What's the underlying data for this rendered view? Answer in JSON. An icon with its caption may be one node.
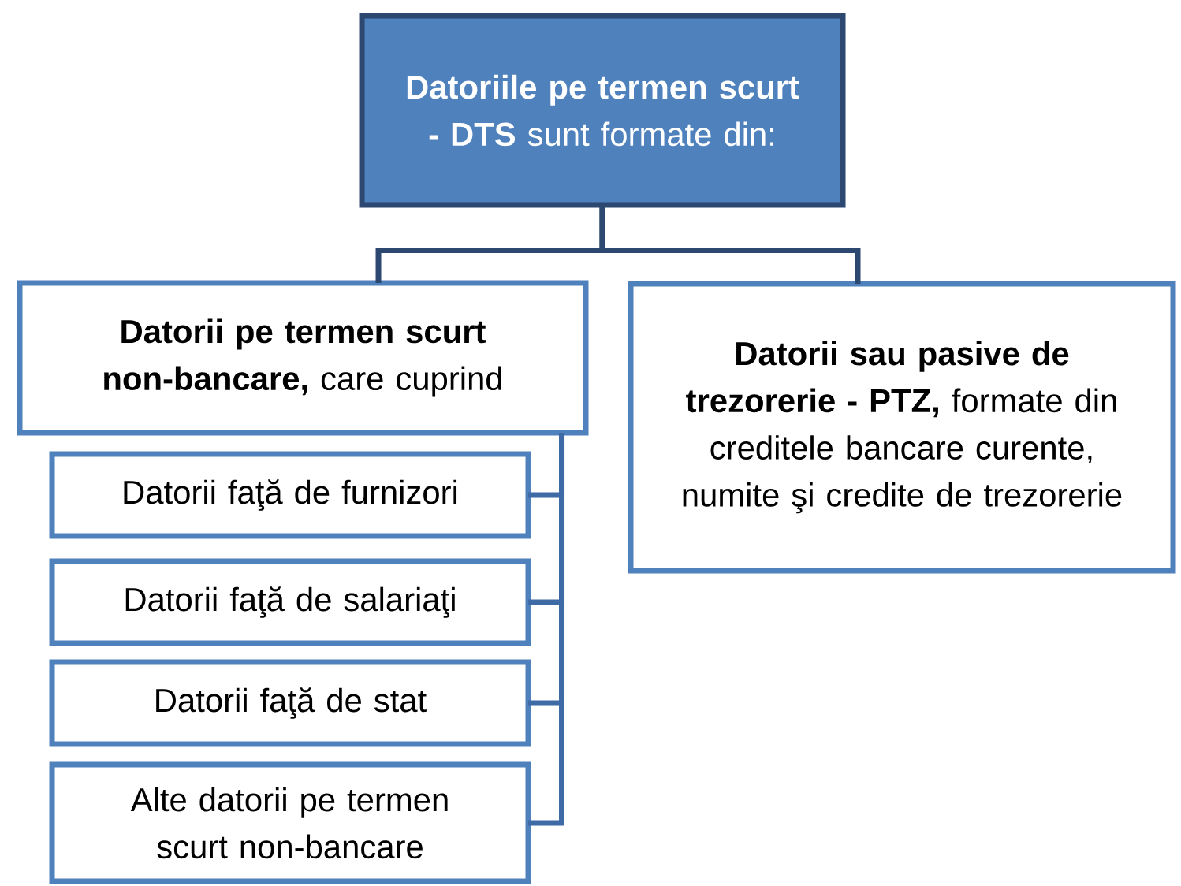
{
  "diagram": {
    "nodes": [
      {
        "text": [
          "**Datoriile pe termen scurt - DTS** sunt formate din:"
        ]
      },
      {
        "text": [
          "**Datorii pe termen scurt non-bancare,** care cuprind"
        ]
      },
      {
        "text": [
          "**Datorii sau pasive de trezorerie - PTZ,** formate din creditele bancare curente, numite şi credite de trezorerie"
        ]
      },
      {
        "text": [
          "Datorii faţă de furnizori"
        ]
      },
      {
        "text": [
          "Datorii faţă de salariaţi"
        ]
      },
      {
        "text": [
          "Datorii faţă de stat"
        ]
      },
      {
        "text": [
          "Alte datorii pe termen scurt non-bancare"
        ]
      }
    ],
    "edges": [
      {
        "from": 0,
        "to": 1,
        "arrow": "none"
      },
      {
        "from": 0,
        "to": 2,
        "arrow": "none"
      },
      {
        "from": 1,
        "to": 3,
        "arrow": "none"
      },
      {
        "from": 1,
        "to": 4,
        "arrow": "none"
      },
      {
        "from": 1,
        "to": 5,
        "arrow": "none"
      },
      {
        "from": 1,
        "to": 6,
        "arrow": "none"
      }
    ]
  }
}
